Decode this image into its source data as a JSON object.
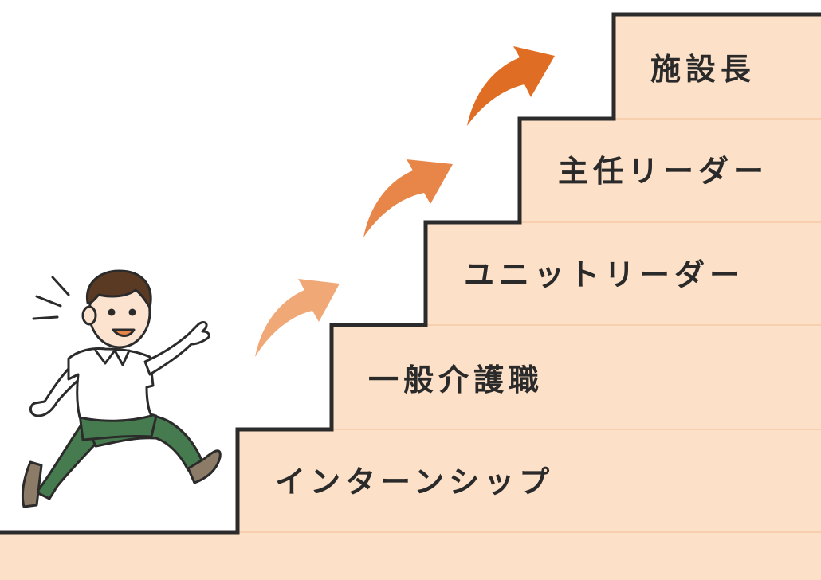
{
  "steps": [
    {
      "label": "インターンシップ"
    },
    {
      "label": "一般介護職"
    },
    {
      "label": "ユニットリーダー"
    },
    {
      "label": "主任リーダー"
    },
    {
      "label": "施設長"
    }
  ],
  "colors": {
    "step_fill": "#fce0c7",
    "outline": "#2b2b2b",
    "arrow_light": "#f1a877",
    "arrow_mid": "#e8864a",
    "arrow_dark": "#e06d24",
    "pants": "#467a4f",
    "hair": "#5a3a22",
    "skin": "#fbe3cf",
    "shoes": "#8c7b67"
  },
  "icons": {
    "figure": "running-man-pointing-icon",
    "arrow": "curved-up-arrow-icon"
  }
}
